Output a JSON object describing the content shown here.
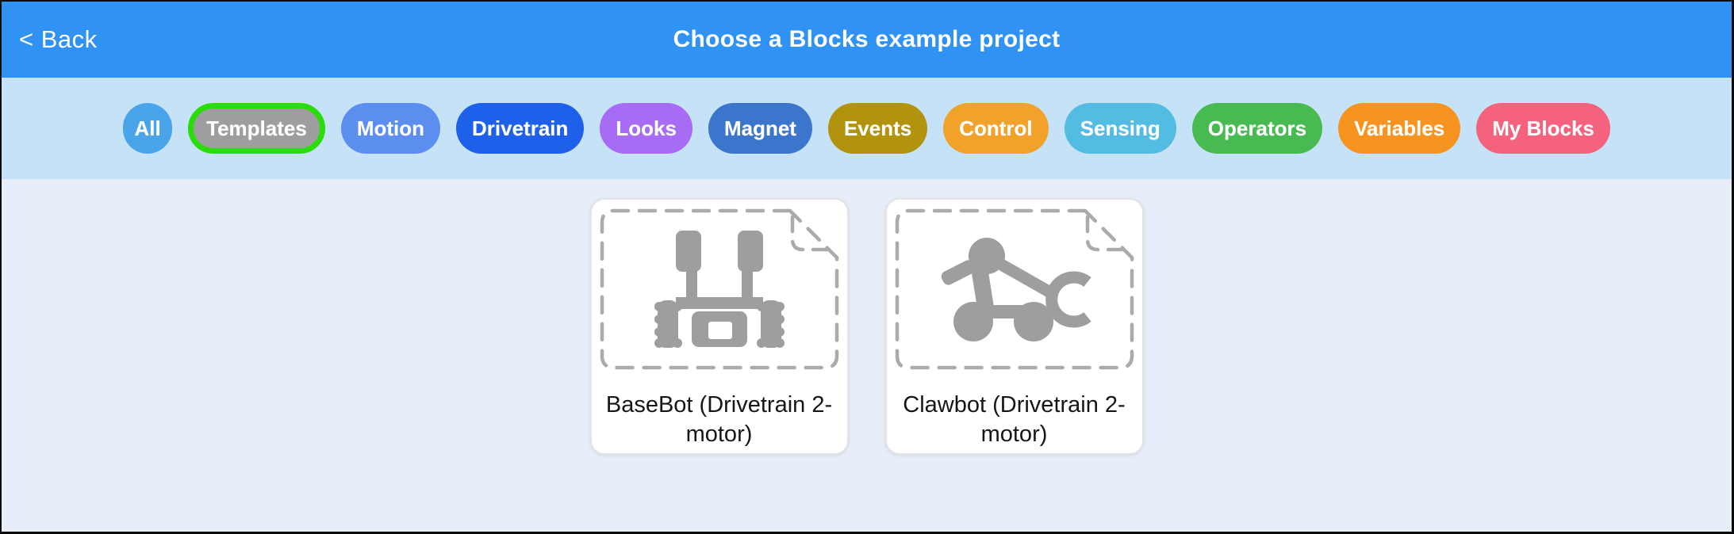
{
  "header": {
    "back_label": "< Back",
    "title": "Choose a Blocks example project"
  },
  "filters": {
    "items": [
      {
        "label": "All",
        "color": "#4AA4E9",
        "shape": "circle",
        "selected": false
      },
      {
        "label": "Templates",
        "color": "#9E9EA0",
        "shape": "pill",
        "selected": true
      },
      {
        "label": "Motion",
        "color": "#5C8EF0",
        "shape": "pill",
        "selected": false
      },
      {
        "label": "Drivetrain",
        "color": "#1E60E9",
        "shape": "pill",
        "selected": false
      },
      {
        "label": "Looks",
        "color": "#A76BF4",
        "shape": "pill",
        "selected": false
      },
      {
        "label": "Magnet",
        "color": "#3C76CC",
        "shape": "pill",
        "selected": false
      },
      {
        "label": "Events",
        "color": "#B2930E",
        "shape": "pill",
        "selected": false
      },
      {
        "label": "Control",
        "color": "#F0A22A",
        "shape": "pill",
        "selected": false
      },
      {
        "label": "Sensing",
        "color": "#53BCE2",
        "shape": "pill",
        "selected": false
      },
      {
        "label": "Operators",
        "color": "#47BB51",
        "shape": "pill",
        "selected": false
      },
      {
        "label": "Variables",
        "color": "#F6941F",
        "shape": "pill",
        "selected": false
      },
      {
        "label": "My Blocks",
        "color": "#F4627E",
        "shape": "pill",
        "selected": false
      }
    ]
  },
  "main": {
    "cards": [
      {
        "label": "BaseBot (Drivetrain 2-motor)",
        "icon": "basebot-icon"
      },
      {
        "label": "Clawbot (Drivetrain 2-motor)",
        "icon": "clawbot-icon"
      }
    ]
  },
  "colors": {
    "header_bg": "#3092F3",
    "filterbar_bg": "#C5E2F7",
    "main_bg": "#E8EEF9",
    "selected_ring": "#2BDC0B",
    "dashed_frame": "#ABABAB",
    "robot_icon": "#9E9EA0"
  }
}
